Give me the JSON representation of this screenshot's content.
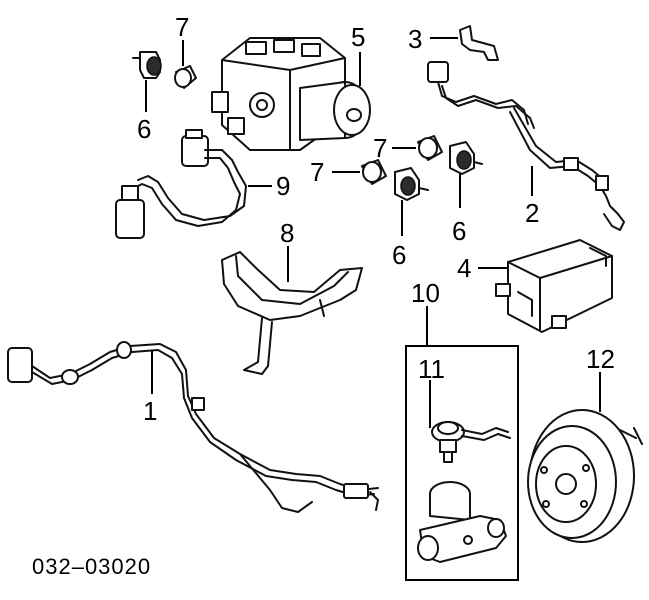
{
  "callouts": {
    "c1": "1",
    "c2": "2",
    "c3": "3",
    "c4": "4",
    "c5": "5",
    "c6a": "6",
    "c6b": "6",
    "c6c": "6",
    "c7a": "7",
    "c7b": "7",
    "c7c": "7",
    "c8": "8",
    "c9": "9",
    "c10": "10",
    "c11": "11",
    "c12": "12"
  },
  "diagram_code": "032–03020"
}
